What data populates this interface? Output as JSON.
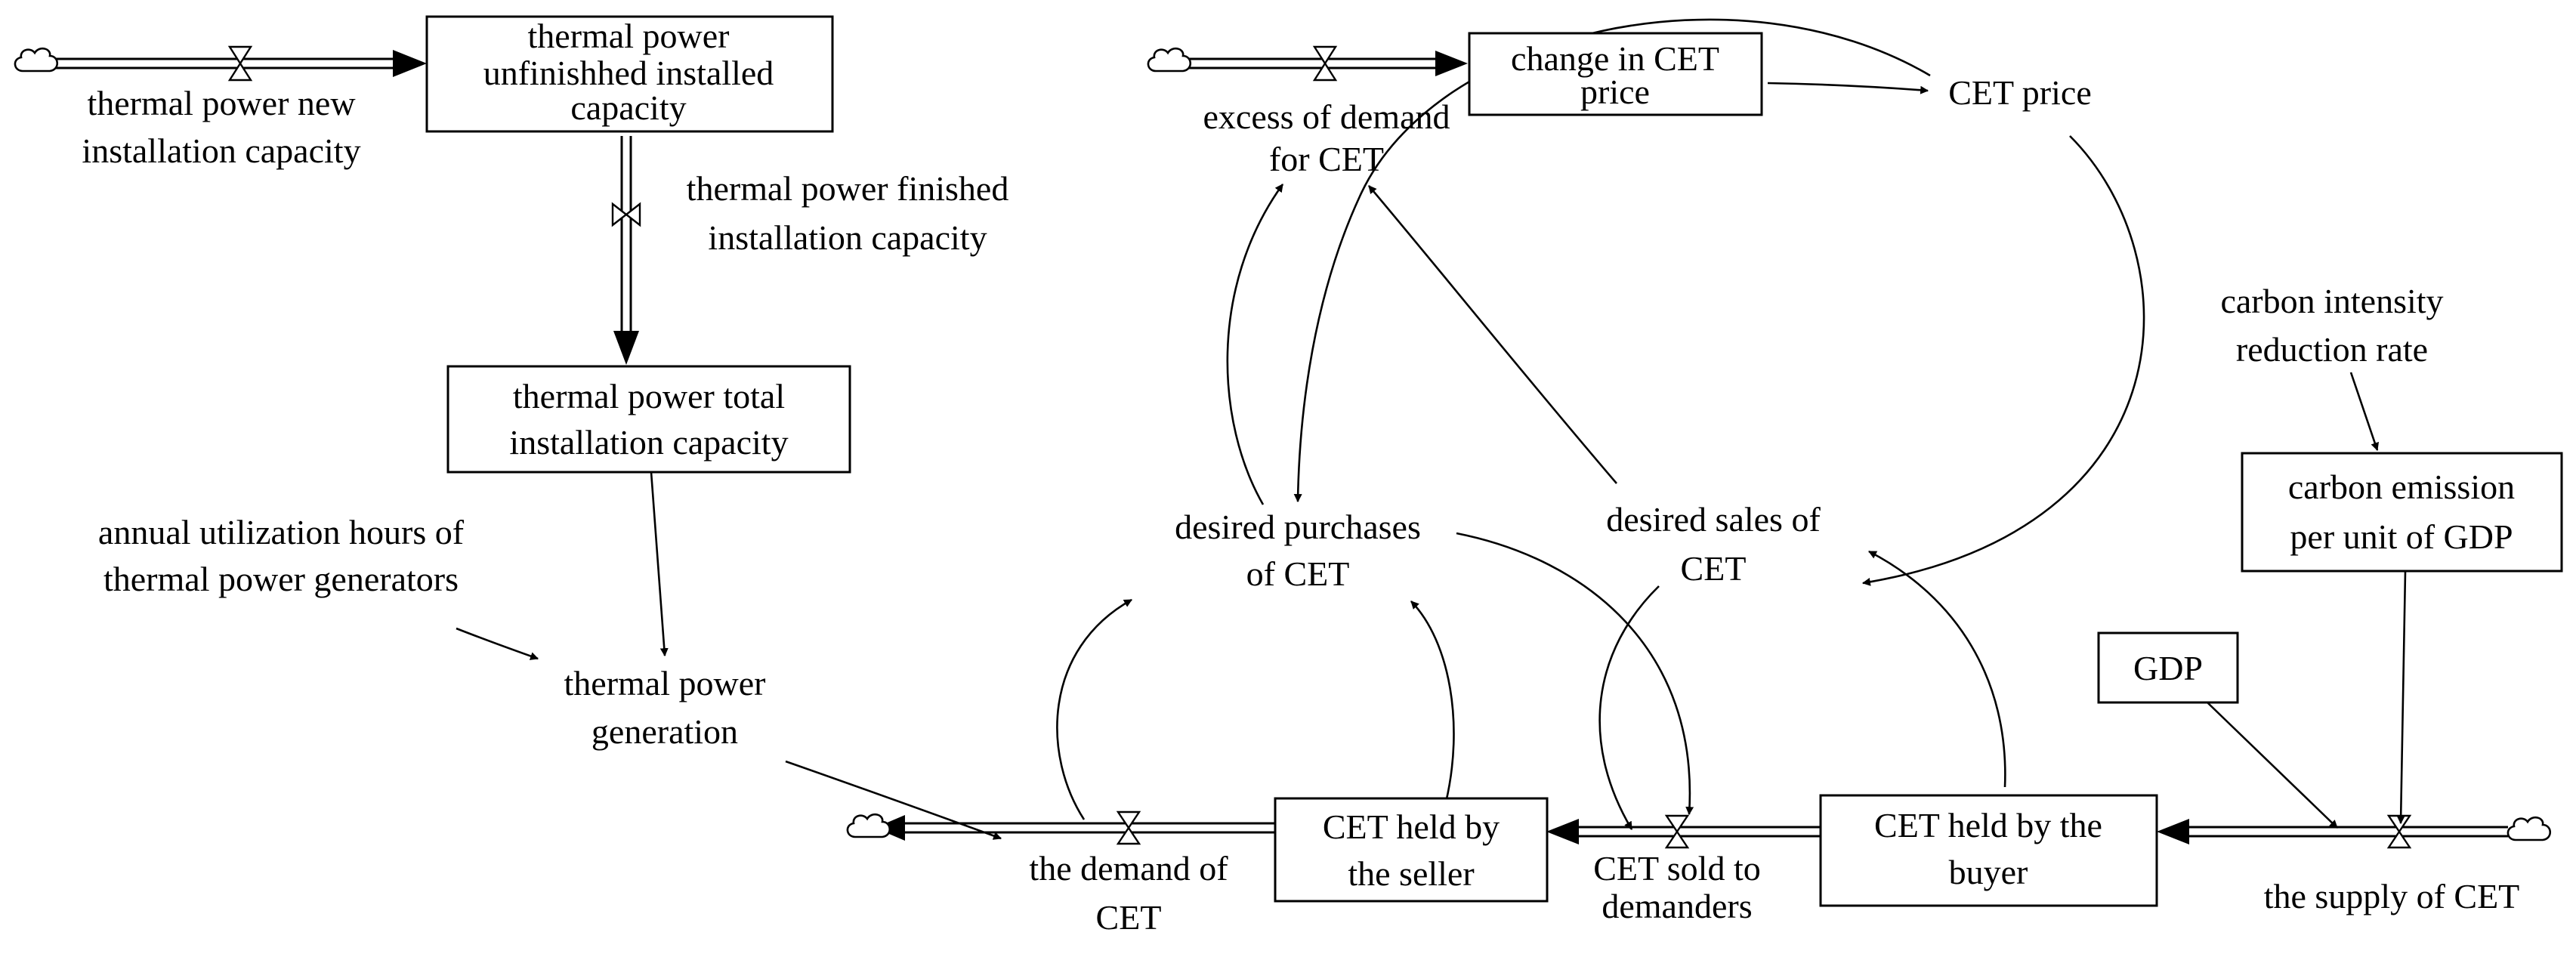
{
  "stocks": {
    "unfinished": [
      "thermal power",
      "unfinishhed installed",
      "capacity"
    ],
    "total": [
      "thermal power total",
      "installation capacity"
    ],
    "change_price": [
      "change in CET",
      "price"
    ],
    "seller": [
      "CET held by",
      "the seller"
    ],
    "buyer": [
      "CET held by the",
      "buyer"
    ],
    "emission_per_gdp": [
      "carbon emission",
      "per unit of GDP"
    ],
    "gdp": [
      "GDP"
    ]
  },
  "flows": {
    "new_installation": [
      "thermal power new",
      "installation capacity"
    ],
    "finished_installation": [
      "thermal power finished",
      "installation capacity"
    ],
    "excess_demand": [
      "excess of demand",
      "for CET"
    ],
    "demand": [
      "the demand of",
      "CET"
    ],
    "sold": [
      "CET sold to",
      "demanders"
    ],
    "supply": [
      "the supply of CET"
    ]
  },
  "variables": {
    "cet_price": [
      "CET price"
    ],
    "carbon_reduction": [
      "carbon intensity",
      "reduction rate"
    ],
    "utilization_hours": [
      "annual utilization hours of",
      "thermal power generators"
    ],
    "generation": [
      "thermal power",
      "generation"
    ],
    "desired_purchases": [
      "desired purchases",
      "of CET"
    ],
    "desired_sales": [
      "desired sales of",
      "CET"
    ]
  }
}
